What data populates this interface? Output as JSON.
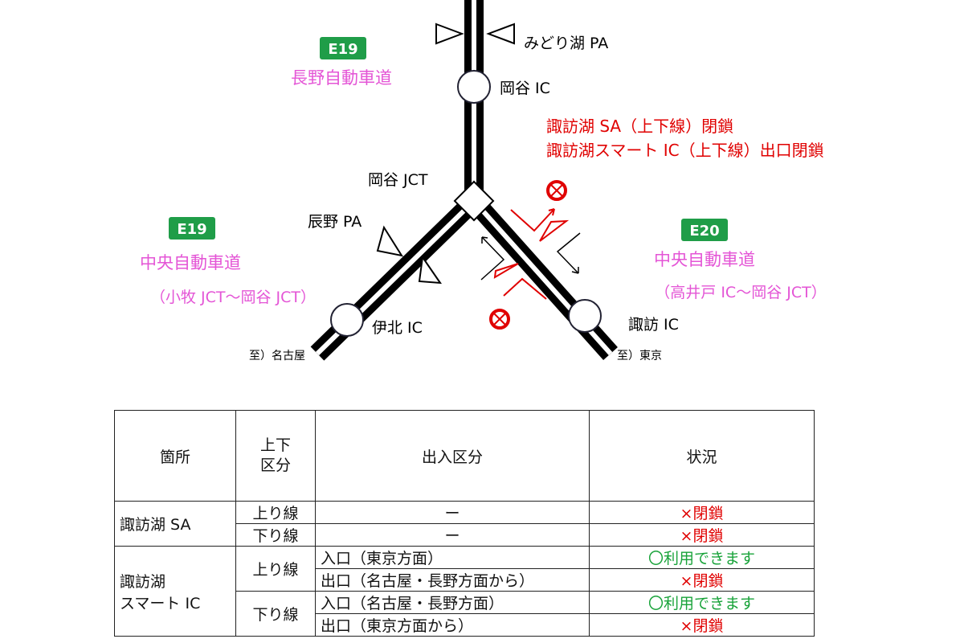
{
  "routes": {
    "e19_top": {
      "badge": "E19",
      "name": "長野自動車道"
    },
    "e19_left": {
      "badge": "E19",
      "name": "中央自動車道",
      "section": "（小牧 JCT～岡谷 JCT）"
    },
    "e20_right": {
      "badge": "E20",
      "name": "中央自動車道",
      "section": "（高井戸 IC～岡谷 JCT）"
    }
  },
  "places": {
    "midoriko_pa": "みどり湖 PA",
    "okaya_ic": "岡谷 IC",
    "okaya_jct": "岡谷 JCT",
    "tatsuno_pa": "辰野 PA",
    "ihoku_ic": "伊北 IC",
    "suwa_ic": "諏訪 IC",
    "to_nagoya": "至）名古屋",
    "to_tokyo": "至）東京"
  },
  "notice": {
    "line1": "諏訪湖 SA（上下線）閉鎖",
    "line2": "諏訪湖スマート IC（上下線）出口閉鎖"
  },
  "colors": {
    "badge": "#1f9d48",
    "route_name": "#e455d6",
    "notice": "#e00000",
    "closed": "#e00000",
    "open": "#19a33a"
  },
  "table": {
    "headers": [
      "箇所",
      "上下区分",
      "出入区分",
      "状況"
    ],
    "header_updown_line1": "上下",
    "header_updown_line2": "区分",
    "sa": {
      "location": "諏訪湖 SA",
      "rows": [
        {
          "dir": "上り線",
          "type": "ー",
          "status": "×閉鎖"
        },
        {
          "dir": "下り線",
          "type": "ー",
          "status": "×閉鎖"
        }
      ]
    },
    "smart": {
      "location_line1": "諏訪湖",
      "location_line2": "スマート IC",
      "up": {
        "dir": "上り線",
        "rows": [
          {
            "type": "入口（東京方面）",
            "status": "〇利用できます"
          },
          {
            "type": "出口（名古屋・長野方面から）",
            "status": "×閉鎖"
          }
        ]
      },
      "down": {
        "dir": "下り線",
        "rows": [
          {
            "type": "入口（名古屋・長野方面）",
            "status": "〇利用できます"
          },
          {
            "type": "出口（東京方面から）",
            "status": "×閉鎖"
          }
        ]
      }
    }
  }
}
